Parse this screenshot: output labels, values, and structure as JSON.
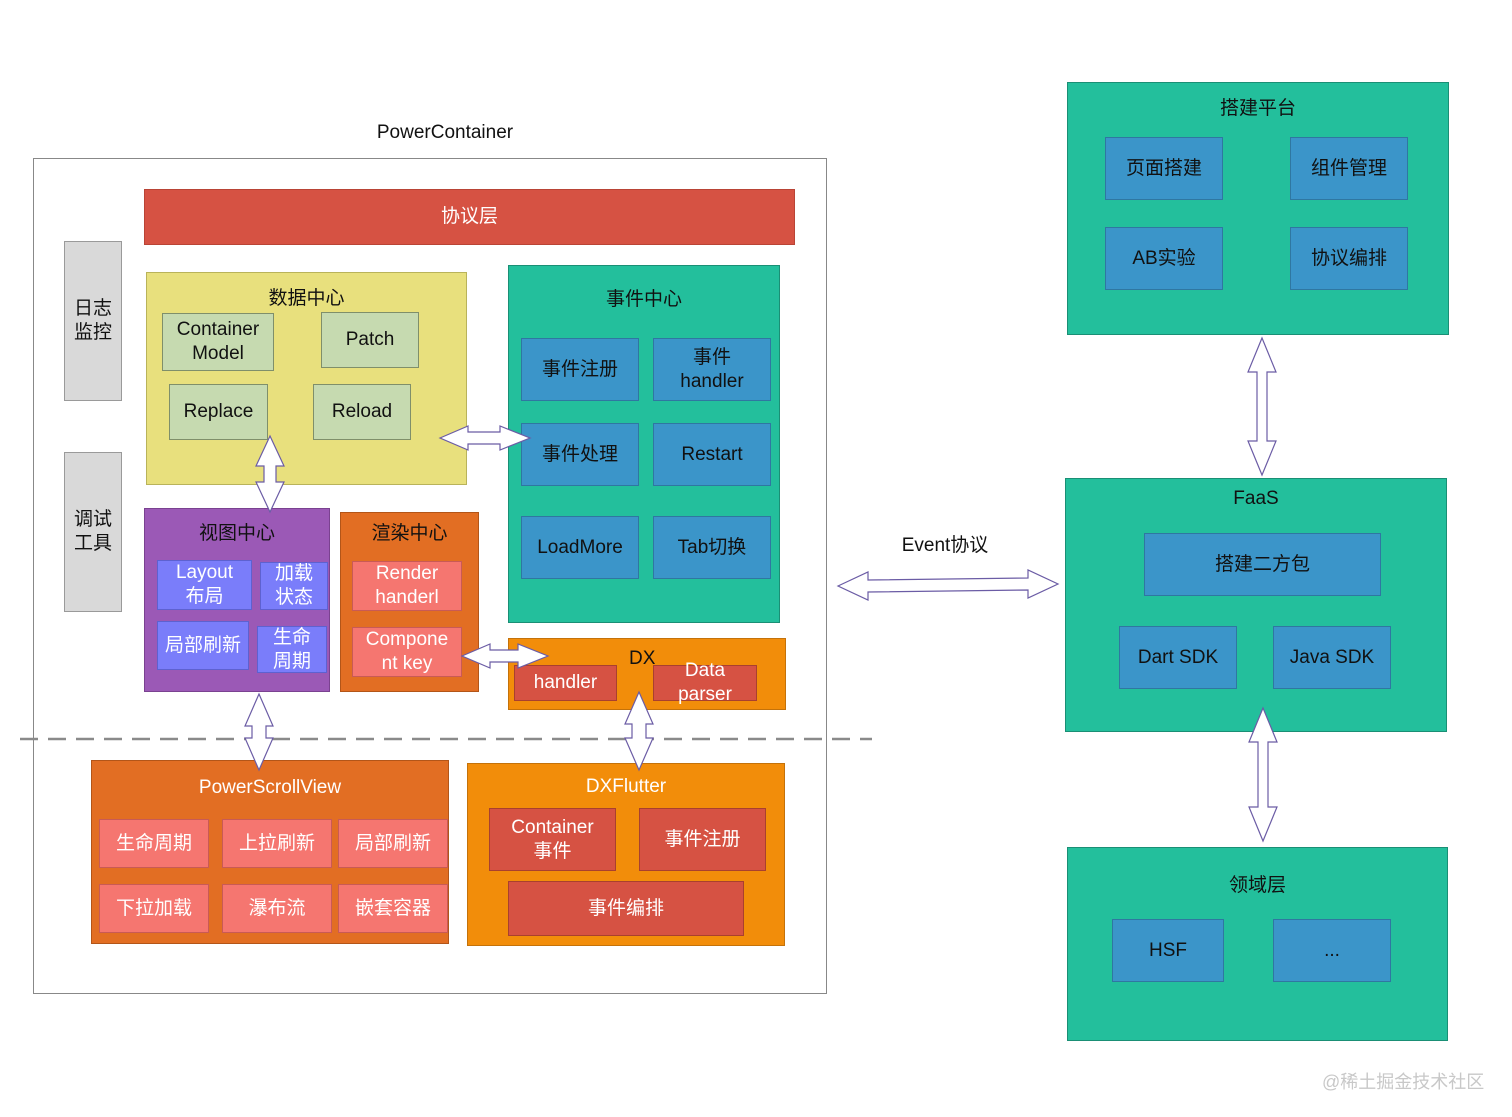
{
  "colors": {
    "container_border": "#888888",
    "protocol_red": "#d65243",
    "gray_side": "#d9d9d9",
    "data_center_yellow": "#e8e07d",
    "data_item_green": "#c6dab0",
    "event_teal": "#23bf9c",
    "event_item_blue": "#3b95c9",
    "view_purple": "#9b59b6",
    "view_item_blue": "#7a7dfa",
    "render_orange": "#e26e23",
    "render_item_pink": "#f57670",
    "dx_orange": "#f28d0a",
    "dx_item_red": "#d65243",
    "scroll_orange": "#e26e23",
    "scroll_item_pink": "#f57670",
    "dxflutter_orange": "#f28d0a",
    "dxflutter_item_red": "#d65243",
    "right_teal": "#23bf9c",
    "right_item_blue": "#3b95c9",
    "arrow_purple": "#6b5ca5",
    "dashed_line": "#8a8a8a"
  },
  "power_container": {
    "title": "PowerContainer"
  },
  "protocol_layer": {
    "label": "协议层"
  },
  "side": {
    "log_monitor": "日志\n监控",
    "debug_tools": "调试\n工具"
  },
  "data_center": {
    "title": "数据中心",
    "items": [
      "Container\nModel",
      "Patch",
      "Replace",
      "Reload"
    ]
  },
  "event_center": {
    "title": "事件中心",
    "items": [
      "事件注册",
      "事件\nhandler",
      "事件处理",
      "Restart",
      "LoadMore",
      "Tab切换"
    ]
  },
  "view_center": {
    "title": "视图中心",
    "items": [
      "Layout\n布局",
      "加载\n状态",
      "局部刷新",
      "生命\n周期"
    ]
  },
  "render_center": {
    "title": "渲染中心",
    "items": [
      "Render\nhanderl",
      "Compone\nnt key"
    ]
  },
  "dx": {
    "title": "DX",
    "items": [
      "handler",
      "Data\nparser"
    ]
  },
  "power_scroll_view": {
    "title": "PowerScrollView",
    "items": [
      "生命周期",
      "上拉刷新",
      "局部刷新",
      "下拉加载",
      "瀑布流",
      "嵌套容器"
    ]
  },
  "dx_flutter": {
    "title": "DXFlutter",
    "items": [
      "Container\n事件",
      "事件注册",
      "事件编排"
    ]
  },
  "event_protocol": {
    "label": "Event协议"
  },
  "build_platform": {
    "title": "搭建平台",
    "items": [
      "页面搭建",
      "组件管理",
      "AB实验",
      "协议编排"
    ]
  },
  "faas": {
    "title": "FaaS",
    "items": [
      "搭建二方包",
      "Dart SDK",
      "Java SDK"
    ]
  },
  "domain_layer": {
    "title": "领域层",
    "items": [
      "HSF",
      "..."
    ]
  },
  "watermark": "@稀土掘金技术社区"
}
